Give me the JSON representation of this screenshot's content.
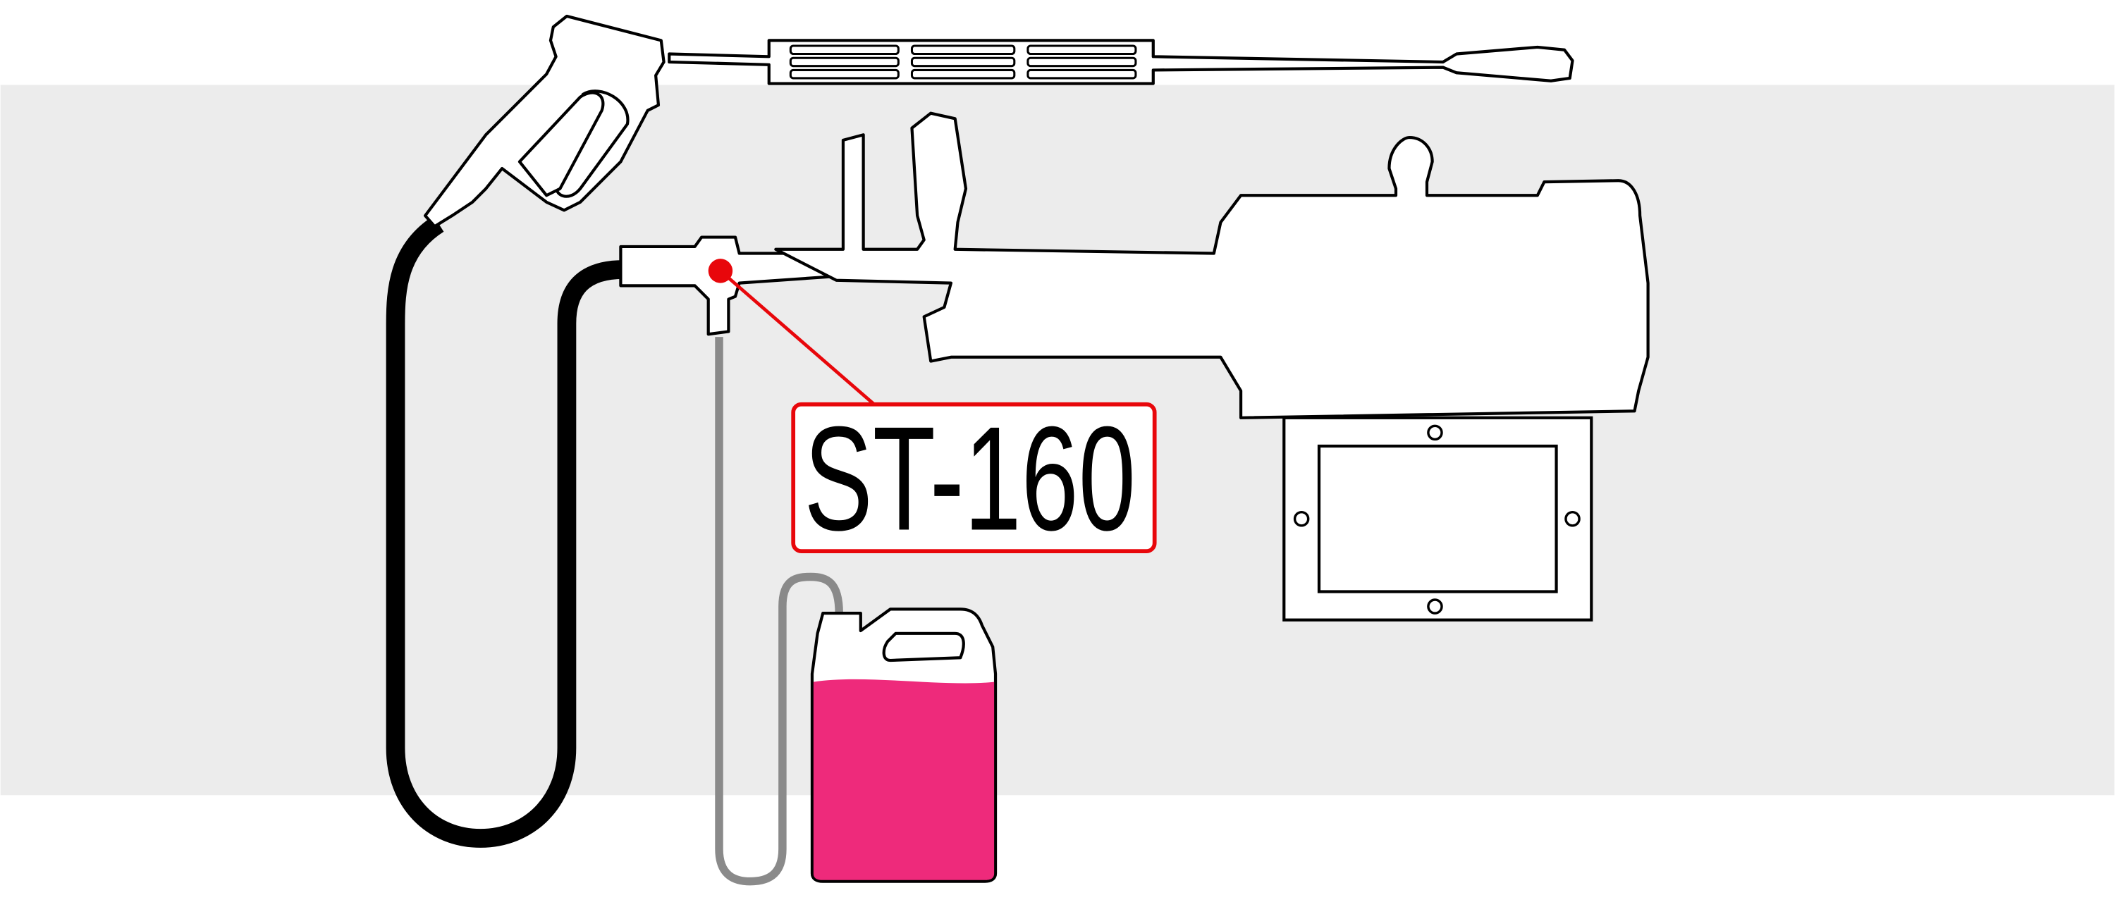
{
  "diagram": {
    "part_label": "ST-160",
    "colors": {
      "background_band": "#ececec",
      "callout": "#e8070b",
      "chemical_fluid": "#ee2a7b",
      "hose_high_pressure": "#000000",
      "hose_chemical": "#8a8a8a"
    },
    "components": [
      "spray-wand",
      "trigger-gun",
      "high-pressure-hose",
      "injector",
      "pump",
      "engine",
      "mounting-base",
      "chemical-jug",
      "chemical-hose"
    ]
  }
}
